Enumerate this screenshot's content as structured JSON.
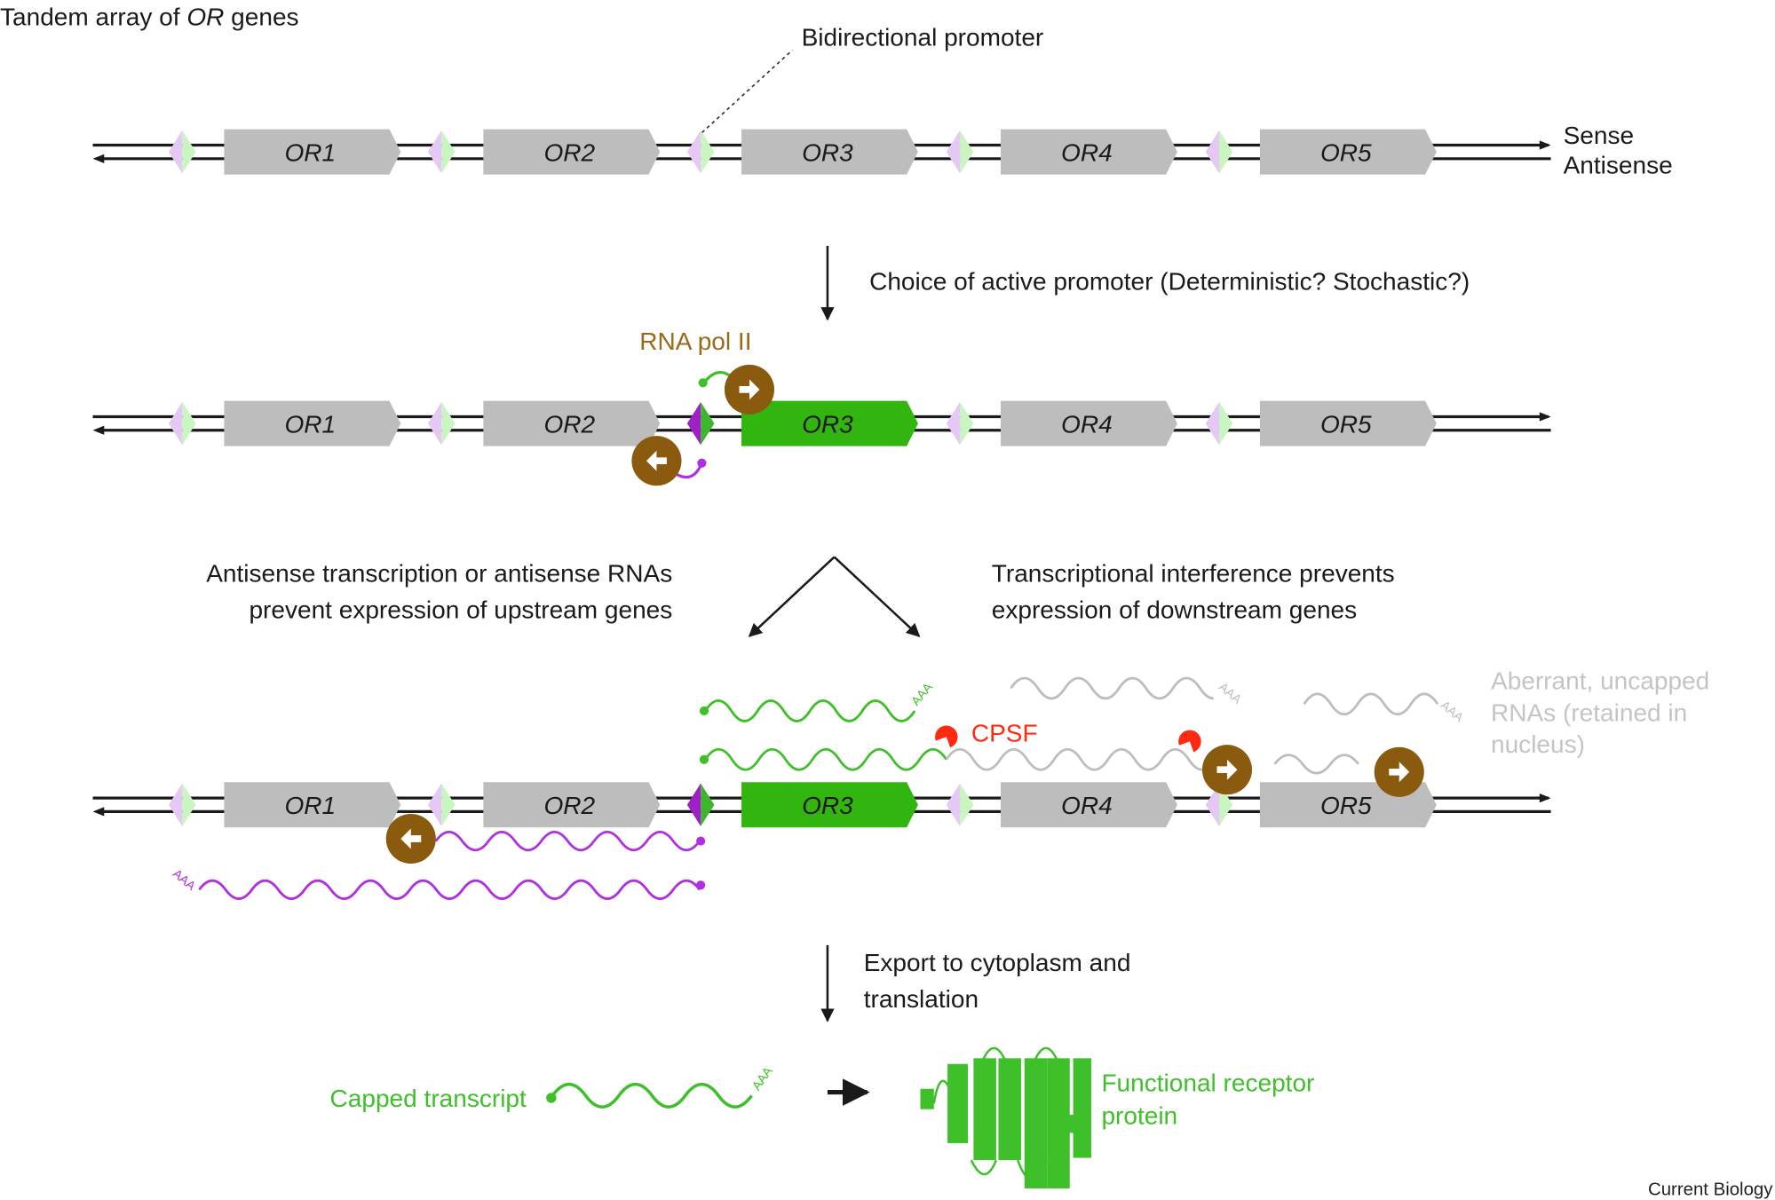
{
  "title": {
    "prefix": "Tandem array of ",
    "italic": "OR",
    "suffix": " genes"
  },
  "genes": [
    "OR1",
    "OR2",
    "OR3",
    "OR4",
    "OR5"
  ],
  "labels": {
    "bidirectional_promoter": "Bidirectional promoter",
    "sense": "Sense",
    "antisense": "Antisense",
    "step1": "Choice of active promoter (Deterministic? Stochastic?)",
    "rna_pol": "RNA pol II",
    "left_branch": [
      "Antisense transcription or antisense RNAs",
      "prevent expression of upstream genes"
    ],
    "right_branch": [
      "Transcriptional interference prevents",
      "expression of downstream genes"
    ],
    "cpsf": "CPSF",
    "aberrant": [
      "Aberrant, uncapped",
      "RNAs (retained in",
      "nucleus)"
    ],
    "polyA": "AAA",
    "step2": [
      "Export to cytoplasm and",
      "translation"
    ],
    "capped": "Capped transcript",
    "functional": [
      "Functional receptor",
      "protein"
    ],
    "credit": "Current Biology"
  },
  "colors": {
    "gene_gray": "#bdbdbd",
    "active_gene": "#33b510",
    "promoter_lilac": "#e5c8f5",
    "promoter_lightgreen": "#c9f5c0",
    "active_purple": "#a020c8",
    "active_green": "#3db52c",
    "polII": "#8a5a0e",
    "rna_green": "#3fbf2a",
    "rna_purple": "#b030e0",
    "rna_gray": "#bdbdbd",
    "cpsf_red": "#ff2a10",
    "label_green": "#3fbf2a",
    "label_gray": "#c4c4c4",
    "label_brown": "#9a6a18"
  }
}
